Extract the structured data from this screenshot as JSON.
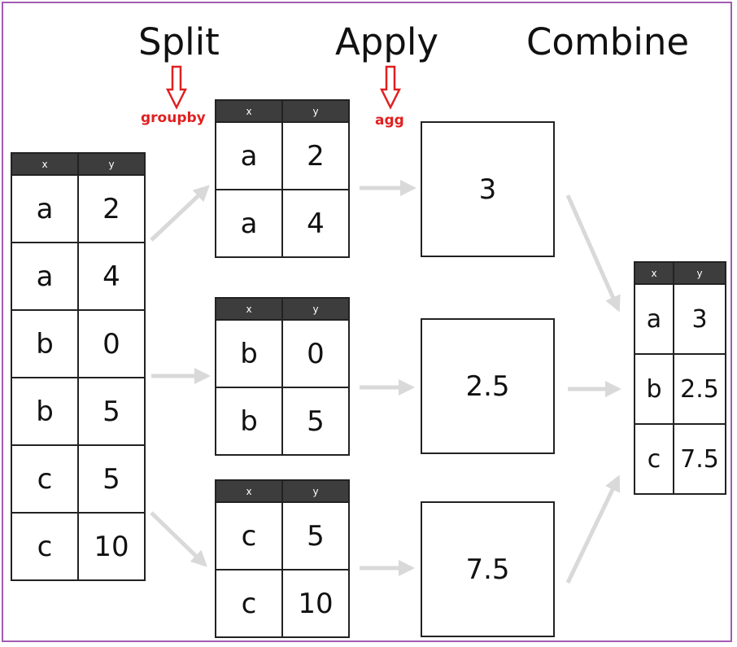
{
  "headings": {
    "split": "Split",
    "apply": "Apply",
    "combine": "Combine"
  },
  "operations": {
    "split_op": "groupby",
    "apply_op": "agg"
  },
  "columns": [
    "x",
    "y"
  ],
  "input_table": {
    "rows": [
      [
        "a",
        "2"
      ],
      [
        "a",
        "4"
      ],
      [
        "b",
        "0"
      ],
      [
        "b",
        "5"
      ],
      [
        "c",
        "5"
      ],
      [
        "c",
        "10"
      ]
    ]
  },
  "groups": [
    {
      "rows": [
        [
          "a",
          "2"
        ],
        [
          "a",
          "4"
        ]
      ],
      "result": "3"
    },
    {
      "rows": [
        [
          "b",
          "0"
        ],
        [
          "b",
          "5"
        ]
      ],
      "result": "2.5"
    },
    {
      "rows": [
        [
          "c",
          "5"
        ],
        [
          "c",
          "10"
        ]
      ],
      "result": "7.5"
    }
  ],
  "output_table": {
    "rows": [
      [
        "a",
        "3"
      ],
      [
        "b",
        "2.5"
      ],
      [
        "c",
        "7.5"
      ]
    ]
  },
  "colors": {
    "frame": "#a35bb3",
    "op_label": "#e02020",
    "header_fill": "#3d3d3d",
    "flow_arrow": "#d9d9d9"
  }
}
